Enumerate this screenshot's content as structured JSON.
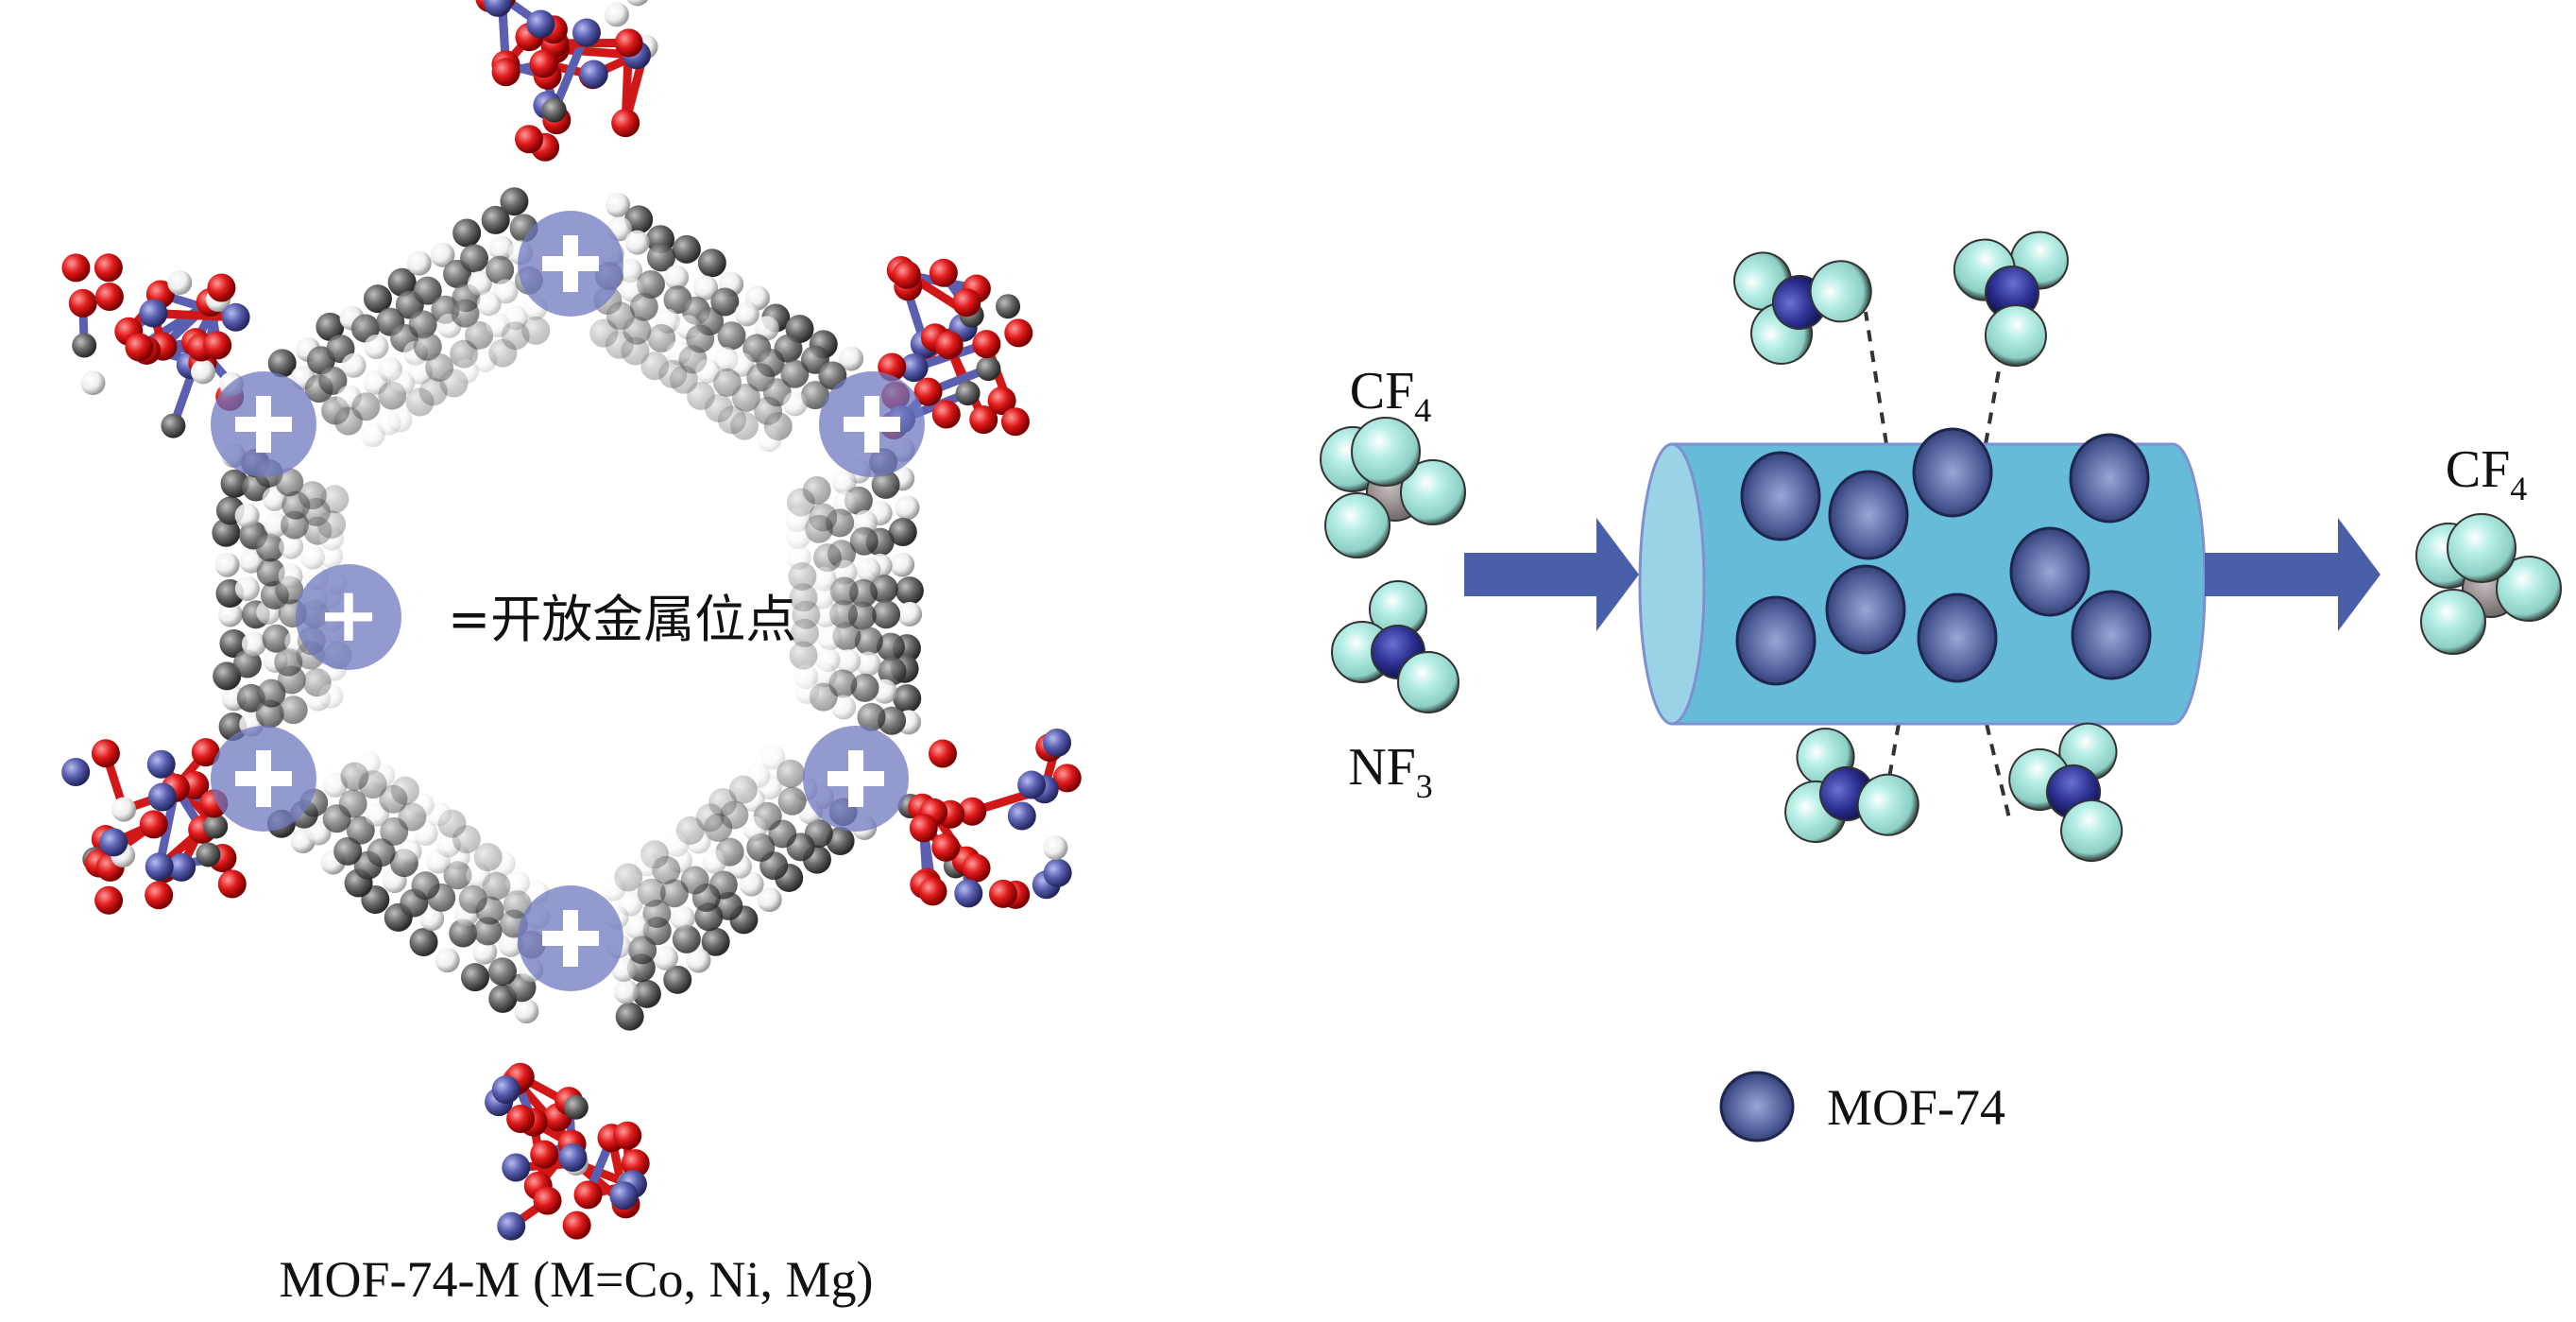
{
  "left_panel": {
    "legend_symbol": "+",
    "legend_text": "=开放金属位点",
    "caption": "MOF-74-M (M=Co, Ni, Mg)"
  },
  "right_panel": {
    "input_cf4": {
      "main": "CF",
      "sub": "4"
    },
    "input_nf3": {
      "main": "NF",
      "sub": "3"
    },
    "output_cf4": {
      "main": "CF",
      "sub": "4"
    },
    "legend_text": "MOF-74"
  },
  "colors": {
    "oxygen": "#e01a1a",
    "metal": "#5a5fb0",
    "carbon": "#6a6a6a",
    "hydrogen": "#f2f2f2",
    "open_site": "#6f78c0",
    "fluorine": "#a8e6dc",
    "nitrogen": "#2a2f8f",
    "column": "#66bcd8",
    "mof_sphere": "#4d5c96",
    "arrow": "#4b5ea8"
  }
}
